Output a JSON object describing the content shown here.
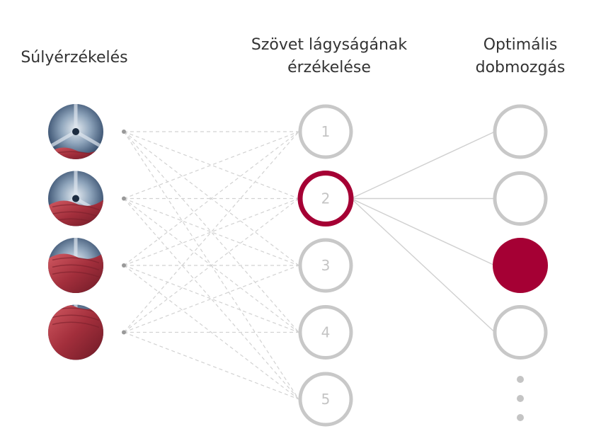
{
  "columns": {
    "weight": "Súlyérzékelés",
    "fabric_line1": "Szövet lágyságának",
    "fabric_line2": "érzékelése",
    "motion_line1": "Optimális",
    "motion_line2": "dobmozgás"
  },
  "weight_inputs": [
    {
      "name": "load-small",
      "fill_level": 0.2
    },
    {
      "name": "load-medium",
      "fill_level": 0.45
    },
    {
      "name": "load-large",
      "fill_level": 0.7
    },
    {
      "name": "load-full",
      "fill_level": 1.0
    }
  ],
  "fabric_nodes": [
    "1",
    "2",
    "3",
    "4",
    "5"
  ],
  "selected_fabric_node": "2",
  "motion_nodes": 4,
  "selected_motion_node_index": 2,
  "colors": {
    "accent": "#a50034",
    "inactive_ring": "#c8c8c8",
    "dashed_line": "#d2d2d2",
    "solid_line": "#d0d0d0",
    "text": "#333333"
  }
}
